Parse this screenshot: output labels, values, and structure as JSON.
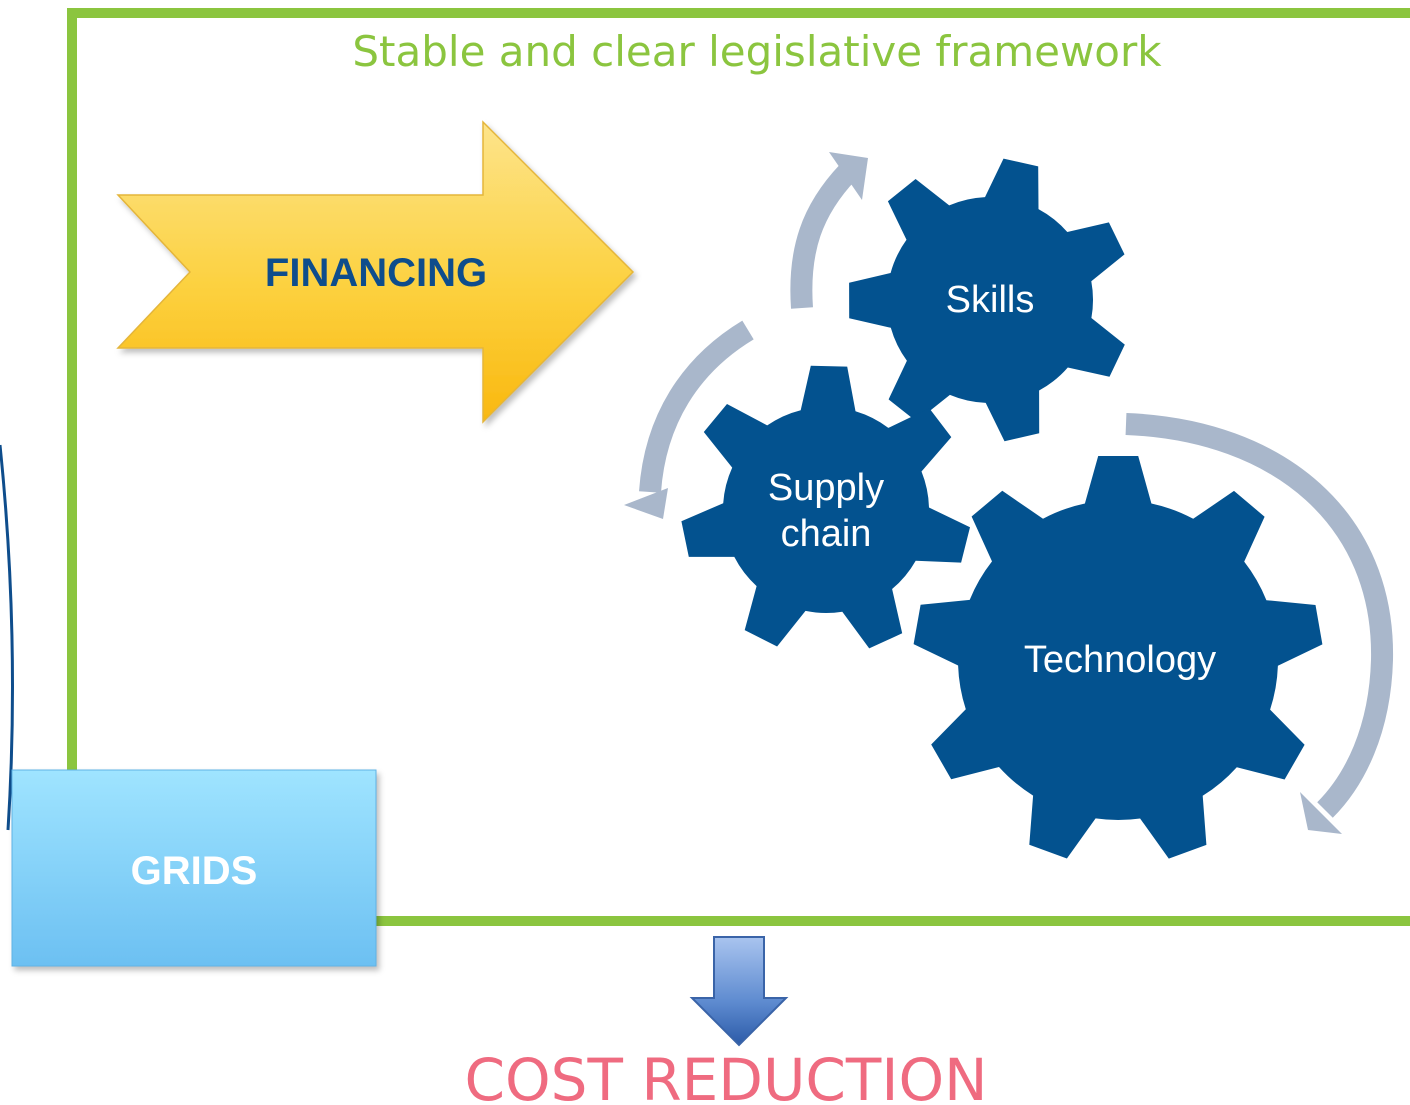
{
  "framework": {
    "title": "Stable and clear legislative framework"
  },
  "financing": {
    "label": "FINANCING"
  },
  "gears": {
    "skills": "Skills",
    "supply_chain_line1": "Supply",
    "supply_chain_line2": "chain",
    "technology": "Technology"
  },
  "grids": {
    "label": "GRIDS"
  },
  "result": {
    "label": "COST REDUCTION"
  },
  "colors": {
    "frame_green": "#8bc53f",
    "gear_blue": "#03528f",
    "arrow_gray": "#a9b7cb",
    "financing_yellow": "#fbd24e",
    "grids_blue": "#84d1f7",
    "result_pink": "#ef6b80"
  }
}
